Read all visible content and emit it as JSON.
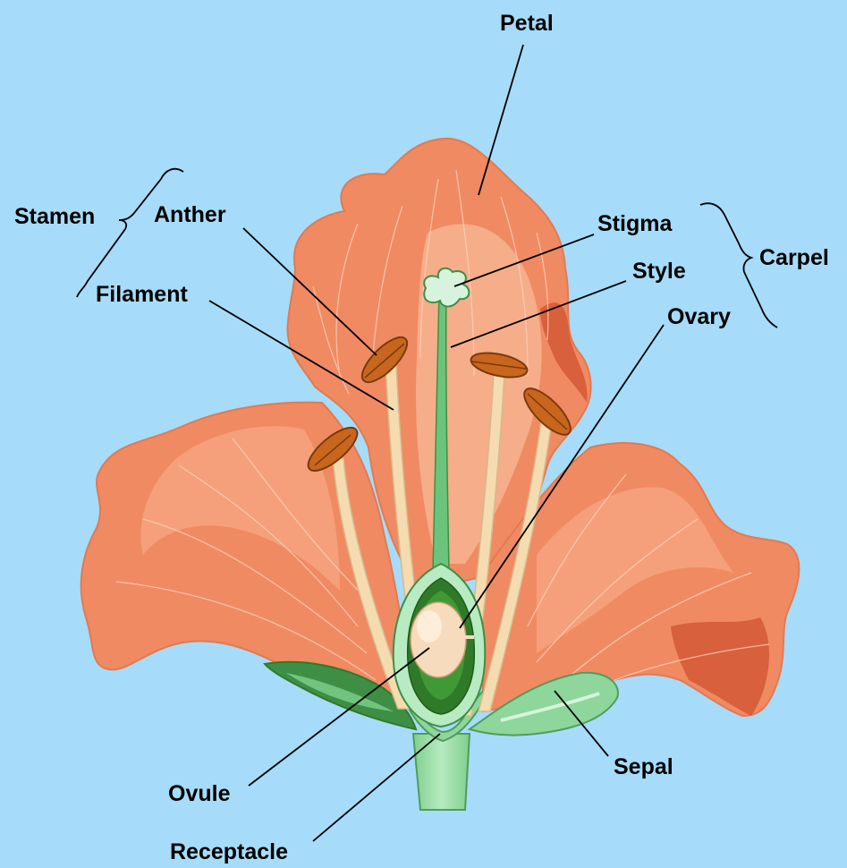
{
  "labels": {
    "petal": "Petal",
    "stamen": "Stamen",
    "anther": "Anther",
    "filament": "Filament",
    "stigma": "Stigma",
    "style": "Style",
    "carpel": "Carpel",
    "ovary": "Ovary",
    "ovule": "Ovule",
    "receptacle": "Receptacle",
    "sepal": "Sepal"
  },
  "colors": {
    "background": "#a6dcf9",
    "petal": "#f08a62",
    "petal_light": "#f7b391",
    "petal_dark": "#d8603c",
    "anther": "#c8661e",
    "filament": "#f4dcb0",
    "green_light": "#8ed69c",
    "green_dark": "#2f7a28",
    "ovule": "#f6dcbc",
    "leader_line": "#000000"
  }
}
